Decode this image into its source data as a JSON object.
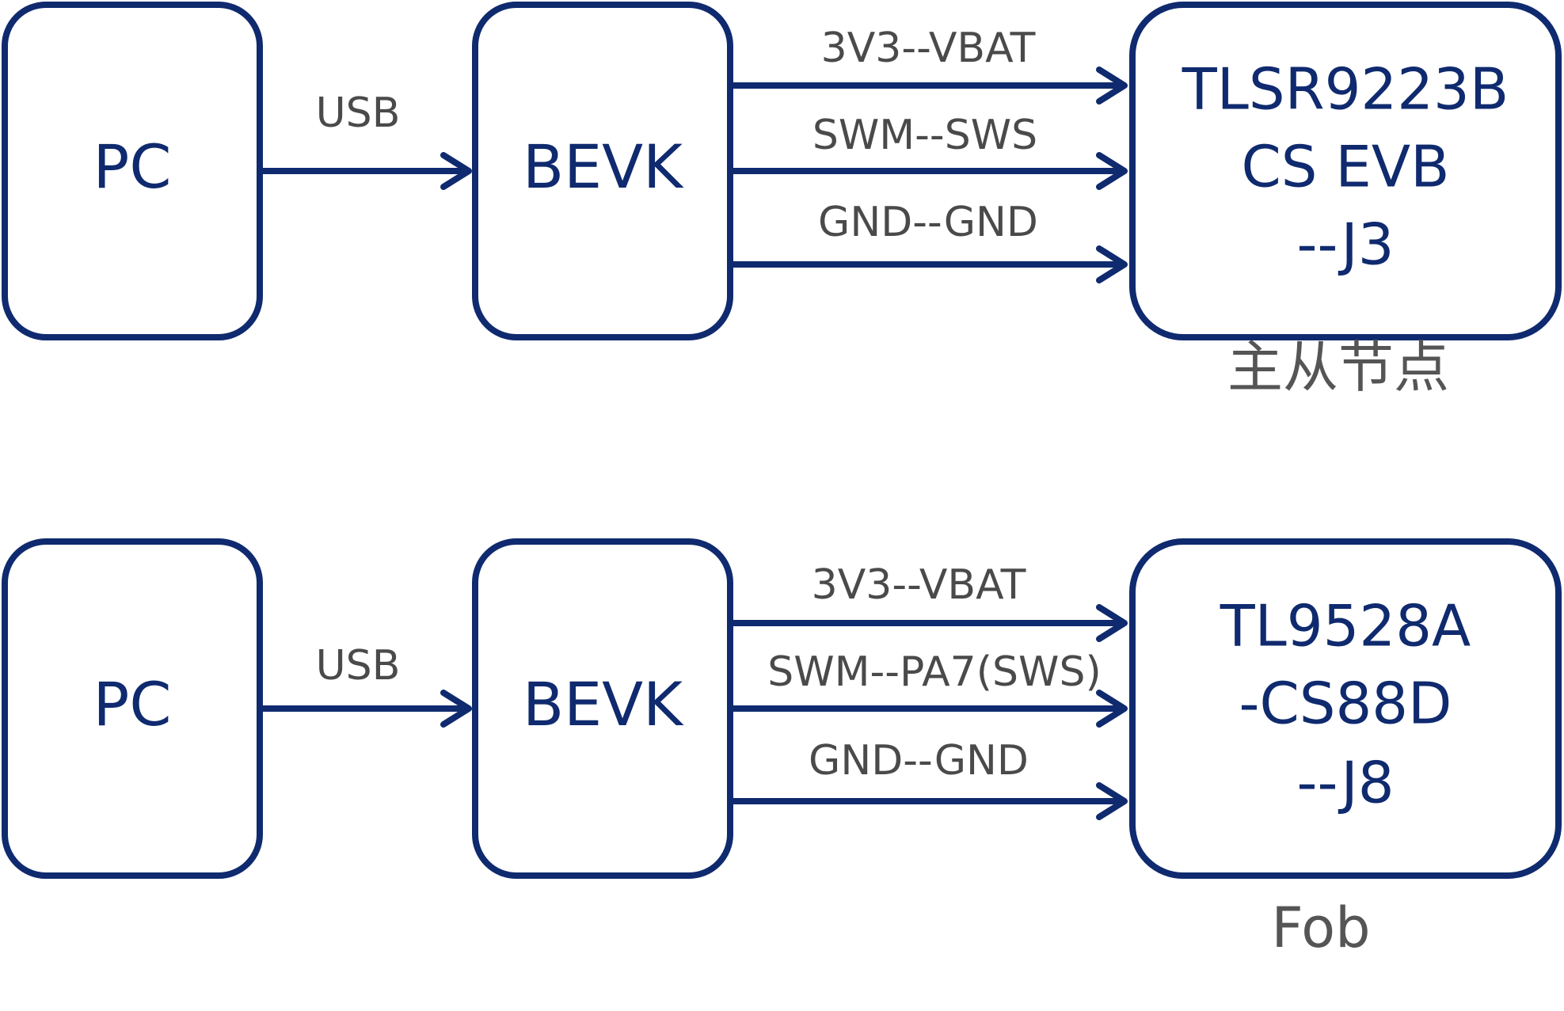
{
  "colors": {
    "box_stroke": "#0f2a6e",
    "box_text": "#0f2a6e",
    "edge_text": "#4a4a4a",
    "caption_text": "#555555",
    "background": "#ffffff"
  },
  "top": {
    "pc": {
      "label": "PC"
    },
    "usb_label": "USB",
    "bevk": {
      "label": "BEVK"
    },
    "links": [
      "3V3--VBAT",
      "SWM--SWS",
      "GND--GND"
    ],
    "target": {
      "lines": [
        "TLSR9223B",
        "CS EVB",
        "--J3"
      ]
    },
    "caption": "主从节点"
  },
  "bottom": {
    "pc": {
      "label": "PC"
    },
    "usb_label": "USB",
    "bevk": {
      "label": "BEVK"
    },
    "links": [
      "3V3--VBAT",
      "SWM--PA7(SWS)",
      "GND--GND"
    ],
    "target": {
      "lines": [
        "TL9528A",
        "-CS88D",
        "--J8"
      ]
    },
    "caption": "Fob"
  }
}
